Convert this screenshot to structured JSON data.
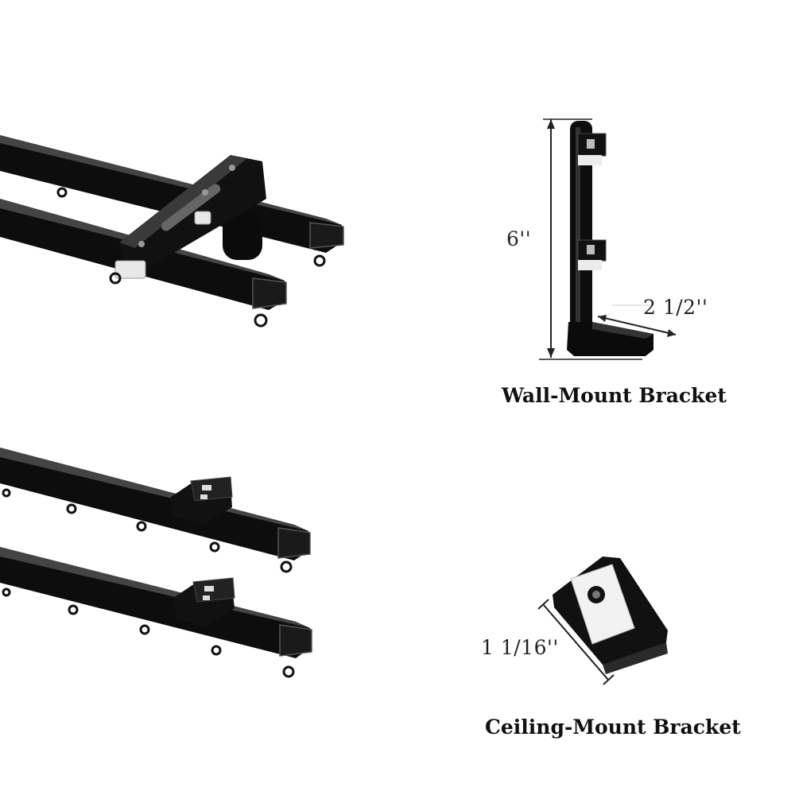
{
  "wall_mount": {
    "caption": "Wall-Mount Bracket",
    "height_label": "6''",
    "depth_label": "2 1/2''"
  },
  "ceiling_mount": {
    "caption": "Ceiling-Mount Bracket",
    "width_label": "1 1/16''"
  },
  "colors": {
    "track": "#111111",
    "track_highlight": "#3a3a3a",
    "glider": "#cccccc",
    "clip_white": "#f0f0f0",
    "dimension_line": "#222222",
    "background": "#ffffff"
  },
  "icons": [
    "double-track-wall-mounted",
    "double-track-ceiling-mounted",
    "wall-bracket",
    "ceiling-clip"
  ]
}
